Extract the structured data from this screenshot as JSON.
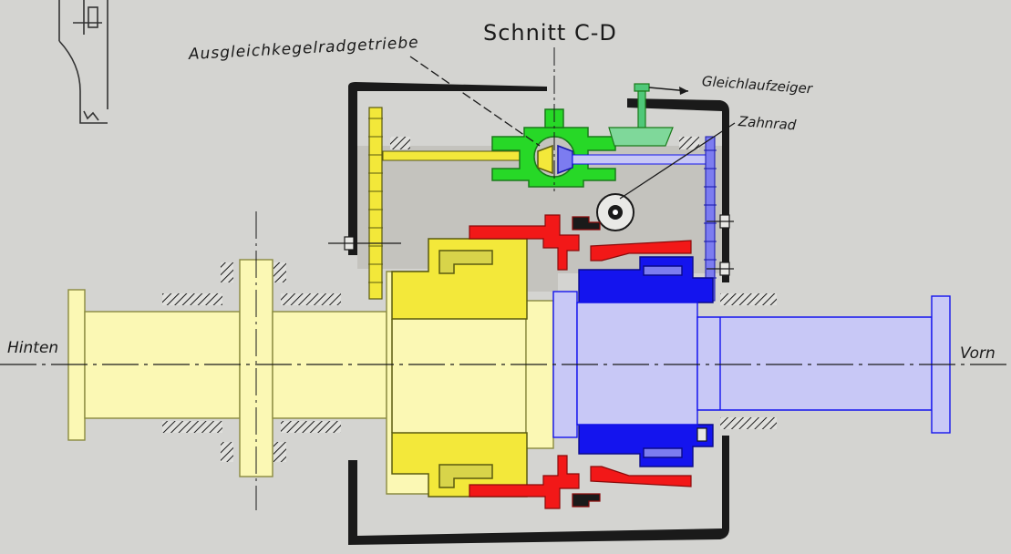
{
  "diagram": {
    "title": "Schnitt C-D",
    "labels": {
      "differential": "Ausgleichkegelradgetriebe",
      "sync_indicator": "Gleichlaufzeiger",
      "gear": "Zahnrad",
      "rear": "Hinten",
      "front": "Vorn"
    },
    "colors": {
      "paper": "#d9d9d6",
      "rear_shaft": "#fbf8b4",
      "rear_hub": "#f3e83a",
      "front_shaft": "#c8c8f6",
      "front_hub": "#1414ee",
      "clutch": "#f21818",
      "differential": "#27d827",
      "indicator": "#4fc878",
      "housing_fill": "#c8c6c1",
      "line": "#1a1a1a"
    }
  }
}
